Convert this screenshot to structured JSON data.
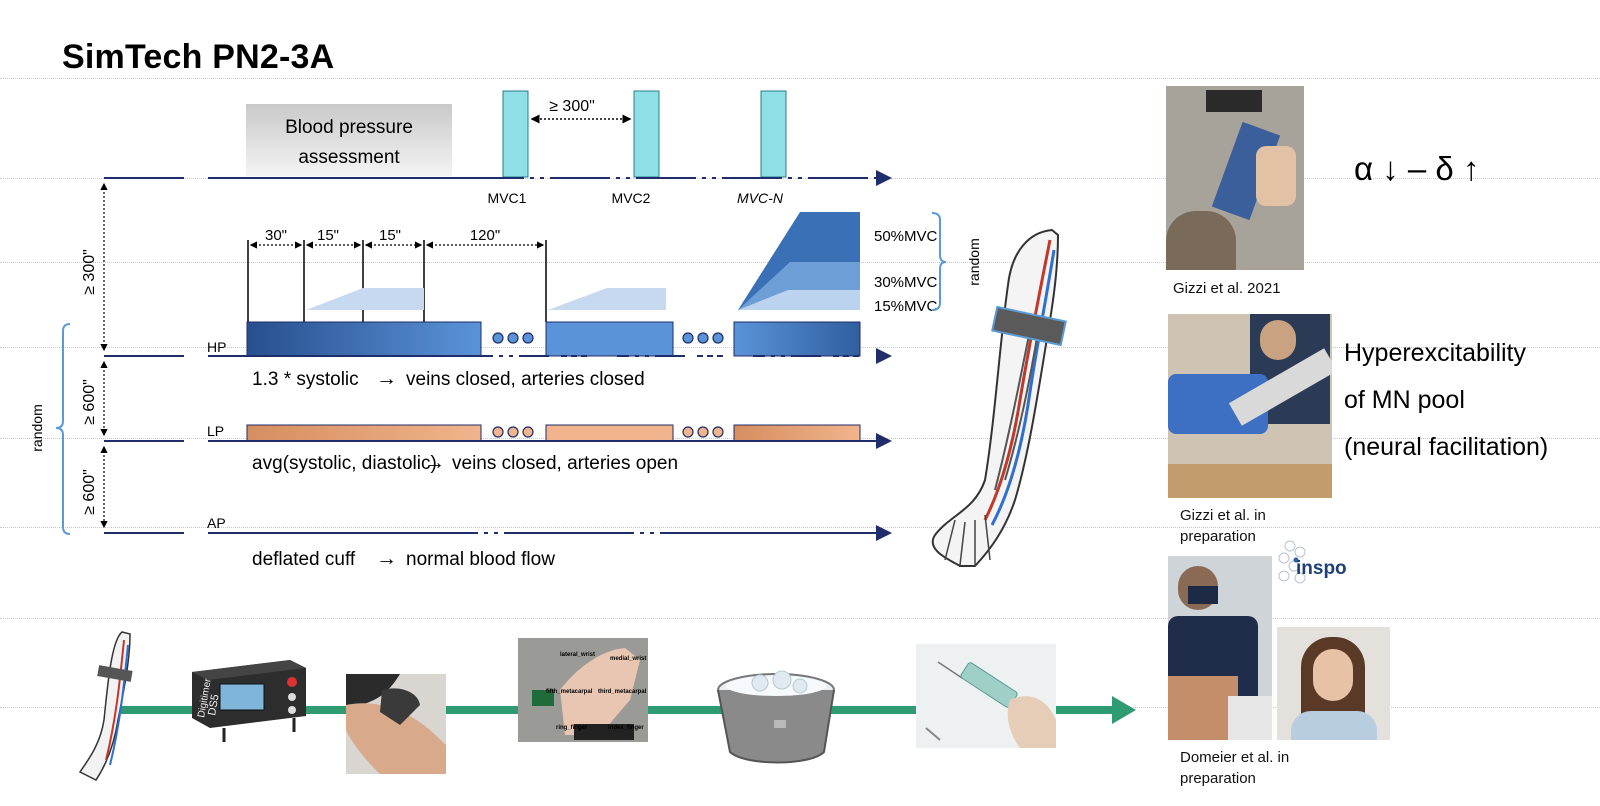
{
  "title": "SimTech PN2-3A",
  "protocol": {
    "blood_pressure_box": [
      "Blood pressure",
      "assessment"
    ],
    "mvc_labels": [
      "MVC1",
      "MVC2",
      "MVC-N"
    ],
    "mvc_gap_label": "≥ 300\"",
    "interval_labels": [
      "30\"",
      "15\"",
      "15\"",
      "120\""
    ],
    "intensity_labels": [
      "50%MVC",
      "30%MVC",
      "15%MVC"
    ],
    "random_right": "random",
    "random_left": "random",
    "vertical_gaps": [
      "≥ 300\"",
      "≥ 600\"",
      "≥ 600\""
    ],
    "rows": [
      {
        "code": "HP",
        "pressure": "1.3 * systolic",
        "arrow": "→",
        "effect": "veins closed, arteries closed"
      },
      {
        "code": "LP",
        "pressure": "avg(systolic, diastolic)",
        "arrow": "→",
        "effect": "veins closed, arteries open"
      },
      {
        "code": "AP",
        "pressure": "deflated cuff",
        "arrow": "→",
        "effect": "normal blood flow"
      }
    ],
    "colors": {
      "hp": "#4a7fc4",
      "lp": "#e8a87c",
      "mvc": "#8fe0e6",
      "axis": "#1f2d6b",
      "bracket": "#5b9bd5",
      "timeline": "#2e9b73"
    }
  },
  "device_labels": {
    "digitimer": "Digitimer",
    "digitimer_model": "DS5",
    "sensors": [
      "lateral_wrist",
      "medial_wrist",
      "fifth_metacarpal",
      "third_metacarpal",
      "ring_finger",
      "index_finger"
    ]
  },
  "studies": [
    {
      "caption": "Gizzi et al. 2021",
      "finding": "α ↓ – δ ↑"
    },
    {
      "caption": "Gizzi et al. in preparation",
      "finding_lines": [
        "Hyperexcitability",
        "of MN pool",
        "(neural facilitation)"
      ]
    },
    {
      "caption": "Domeier et al. in preparation",
      "logo": "inspo"
    }
  ]
}
